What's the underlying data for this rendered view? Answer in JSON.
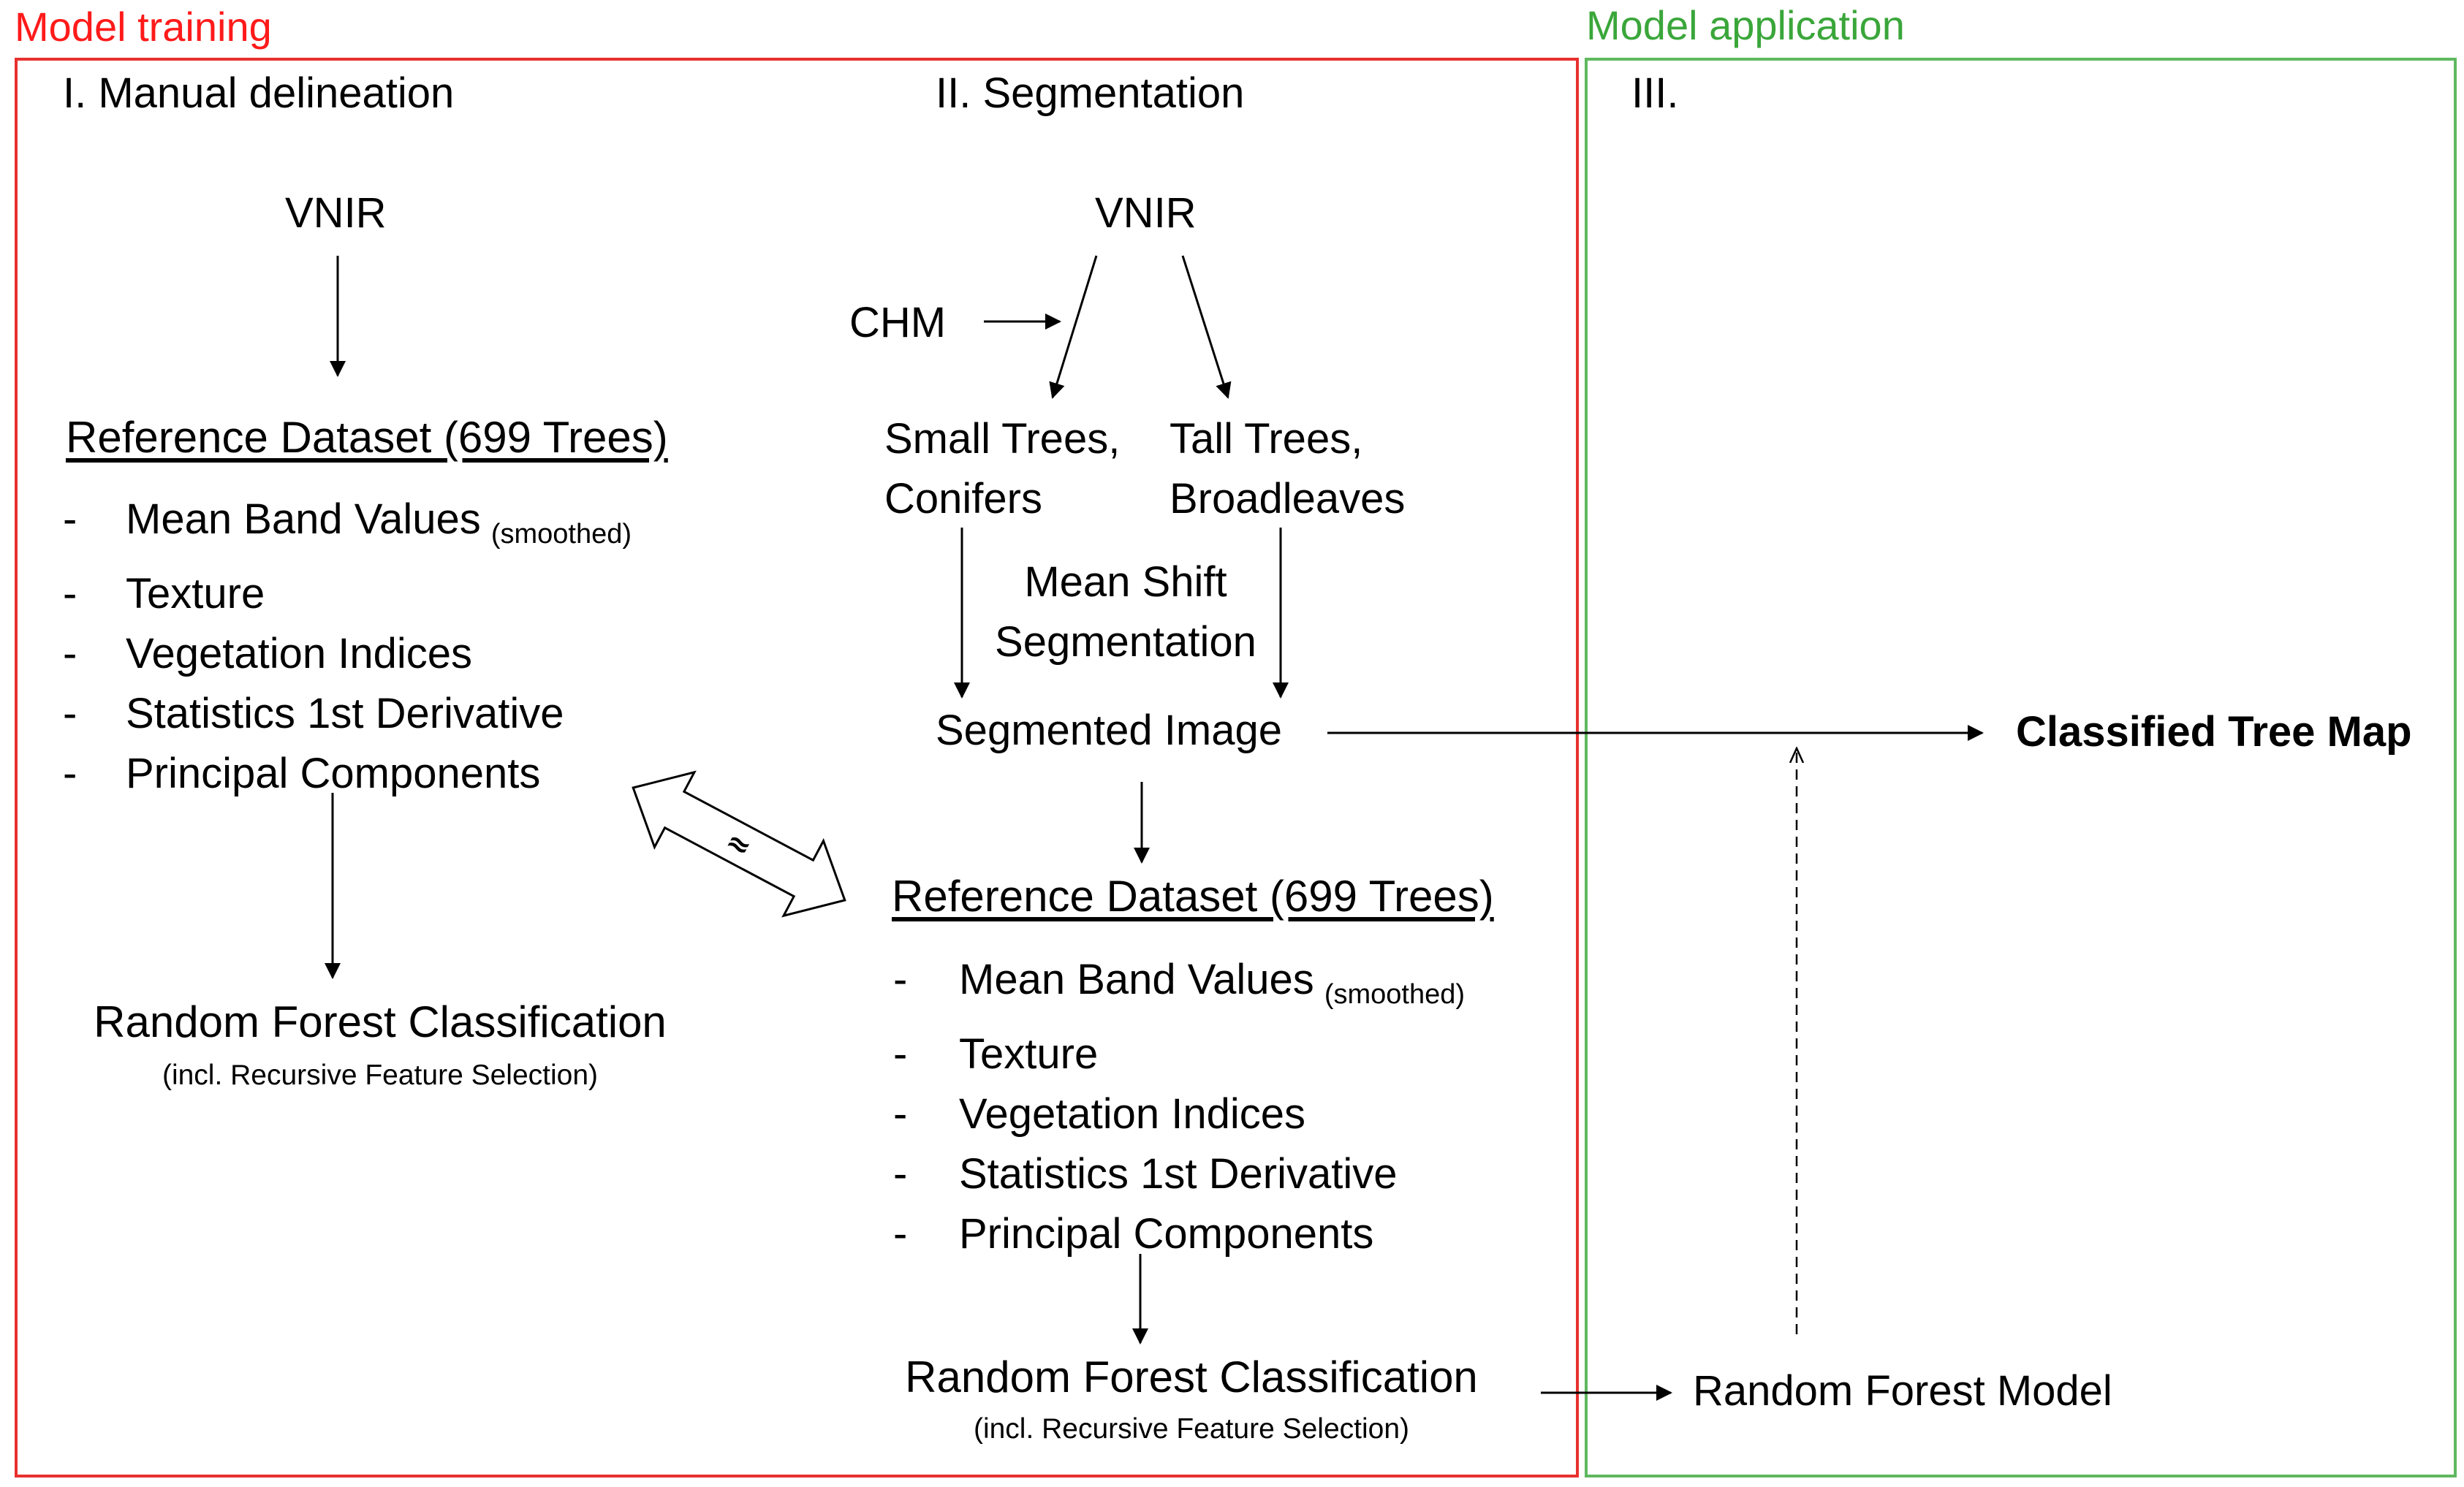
{
  "sections": {
    "training_label": "Model training",
    "application_label": "Model application",
    "step1_title": "I. Manual delineation",
    "step2_title": "II. Segmentation",
    "step3_title": "III."
  },
  "left": {
    "vnir": "VNIR",
    "reference": "Reference Dataset (699 Trees)",
    "features": [
      "Mean Band Values",
      "Texture",
      "Vegetation Indices",
      "Statistics 1st Derivative",
      "Principal Components"
    ],
    "smoothed": "(smoothed)",
    "dash": "-",
    "rf_title": "Random Forest Classification",
    "rf_sub": "(incl. Recursive Feature Selection)"
  },
  "middle": {
    "vnir": "VNIR",
    "chm": "CHM",
    "small_trees_1": "Small Trees,",
    "small_trees_2": "Conifers",
    "tall_trees_1": "Tall Trees,",
    "tall_trees_2": "Broadleaves",
    "mean_shift_1": "Mean Shift",
    "mean_shift_2": "Segmentation",
    "segmented": "Segmented Image",
    "reference": "Reference Dataset (699 Trees)",
    "features": [
      "Mean Band Values",
      "Texture",
      "Vegetation Indices",
      "Statistics 1st Derivative",
      "Principal Components"
    ],
    "smoothed": "(smoothed)",
    "dash": "-",
    "rf_title": "Random Forest Classification",
    "rf_sub": "(incl. Recursive Feature Selection)",
    "approx": "≈"
  },
  "right": {
    "classified": "Classified Tree Map",
    "rf_model": "Random Forest Model"
  }
}
